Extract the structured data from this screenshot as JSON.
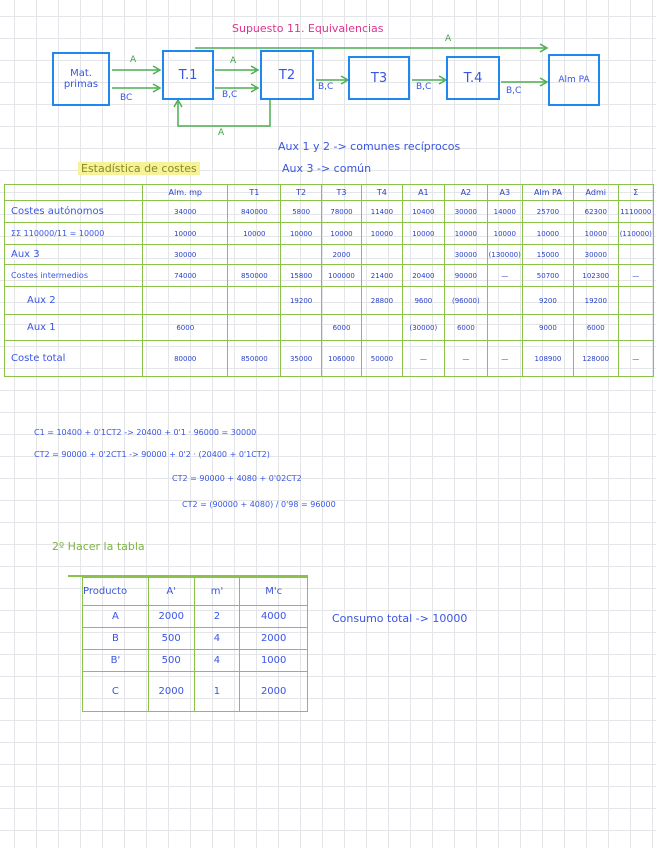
{
  "title": "Supuesto 11. Equivalencias",
  "diagram": {
    "nodes": [
      "Mat. primas",
      "T.1",
      "T2",
      "T3",
      "T.4",
      "Alm PA"
    ],
    "labels": {
      "top": "A",
      "mat_to_t1_top": "A",
      "mat_to_t1_bottom": "BC",
      "t1_to_t2_top": "A",
      "t1_to_t2_bottom": "B,C",
      "t2_to_t3": "B,C",
      "t3_to_t4": "B,C",
      "t4_to_alm": "B,C",
      "feedback": "A"
    }
  },
  "notes": {
    "aux12": "Aux 1 y 2 -> comunes recíprocos",
    "aux3": "Aux 3 -> común",
    "estadistica": "Estadística de costes"
  },
  "cost_table": {
    "headers": [
      "",
      "Alm. mp",
      "T1",
      "T2",
      "T3",
      "T4",
      "A1",
      "A2",
      "A3",
      "Alm PA",
      "Admi",
      "Σ"
    ],
    "rows": [
      {
        "label": "Costes autónomos",
        "cells": [
          "34000",
          "840000",
          "5800",
          "78000",
          "11400",
          "10400",
          "30000",
          "14000",
          "25700",
          "62300",
          "1110000"
        ]
      },
      {
        "label": "ΣΣ 110000/11 = 10000",
        "cells": [
          "10000",
          "10000",
          "10000",
          "10000",
          "10000",
          "10000",
          "10000",
          "10000",
          "10000",
          "10000",
          "(110000)"
        ]
      },
      {
        "label": "Aux 3",
        "cells": [
          "30000",
          "",
          "",
          "2000",
          "",
          "",
          "30000",
          "(130000)",
          "15000",
          "30000",
          ""
        ]
      },
      {
        "label": "Costes intermedios",
        "cells": [
          "74000",
          "850000",
          "15800",
          "100000",
          "21400",
          "20400",
          "90000",
          "—",
          "50700",
          "102300",
          "—"
        ]
      },
      {
        "label": "Aux 2",
        "cells": [
          "",
          "",
          "19200",
          "",
          "28800",
          "9600",
          "(96000)",
          "",
          "9200",
          "19200",
          ""
        ]
      },
      {
        "label": "Aux 1",
        "cells": [
          "6000",
          "",
          "",
          "6000",
          "",
          "(30000)",
          "6000",
          "",
          "9000",
          "6000",
          ""
        ]
      },
      {
        "label": "Coste total",
        "cells": [
          "80000",
          "850000",
          "35000",
          "106000",
          "50000",
          "—",
          "—",
          "—",
          "108900",
          "128000",
          "—"
        ]
      }
    ]
  },
  "equations": [
    "C1 = 10400 + 0'1CT2 -> 20400 + 0'1 · 96000 = 30000",
    "CT2 = 90000 + 0'2CT1 -> 90000 + 0'2 · (20400 + 0'1CT2)",
    "CT2 = 90000 + 4080 + 0'02CT2",
    "CT2 = (90000 + 4080) / 0'98 = 96000"
  ],
  "step2": "2º Hacer la tabla",
  "product_table": {
    "headers": [
      "Producto",
      "A'",
      "m'",
      "M'c"
    ],
    "rows": [
      [
        "A",
        "2000",
        "2",
        "4000"
      ],
      [
        "B",
        "500",
        "4",
        "2000"
      ],
      [
        "B'",
        "500",
        "4",
        "1000"
      ],
      [
        "C",
        "2000",
        "1",
        "2000"
      ]
    ]
  },
  "consumo": "Consumo total -> 10000"
}
